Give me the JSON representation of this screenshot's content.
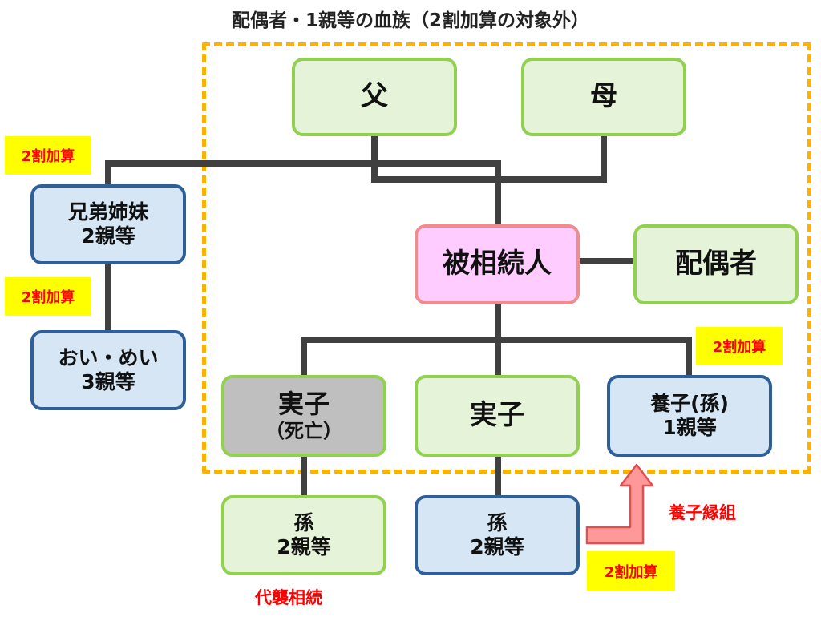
{
  "title": "配偶者・1親等の血族（2割加算の対象外）",
  "nodes": {
    "father": "父",
    "mother": "母",
    "decedent": "被相続人",
    "spouse": "配偶者",
    "siblings": {
      "line1": "兄弟姉妹",
      "line2": "2親等"
    },
    "nephews": {
      "line1": "おい・めい",
      "line2": "3親等"
    },
    "child_deceased": {
      "line1": "実子",
      "line2": "（死亡）"
    },
    "child": "実子",
    "adopted": {
      "line1": "養子(孫)",
      "line2": "1親等"
    },
    "grandchild_left": {
      "line1": "孫",
      "line2": "2親等"
    },
    "grandchild_right": {
      "line1": "孫",
      "line2": "2親等"
    }
  },
  "badges": {
    "siblings": "2割加算",
    "nephews": "2割加算",
    "adopted": "2割加算",
    "grandchild": "2割加算"
  },
  "labels": {
    "representation": "代襲相続",
    "adoption": "養子縁組"
  },
  "colors": {
    "badge_bg": "#ffff00",
    "badge_text": "#ff0000",
    "dashed_border": "#ffb000",
    "green_fill": "#e5f3d8",
    "green_border": "#92d050",
    "blue_fill": "#d6e6f5",
    "blue_border": "#2f5f98",
    "pink_fill": "#ffccff",
    "pink_border": "#f08c8c",
    "gray_fill": "#bfbfbf",
    "arrow_fill": "#ff9999",
    "arrow_border": "#e05050"
  },
  "icons": {
    "arrow": "bent-up-arrow-icon"
  }
}
